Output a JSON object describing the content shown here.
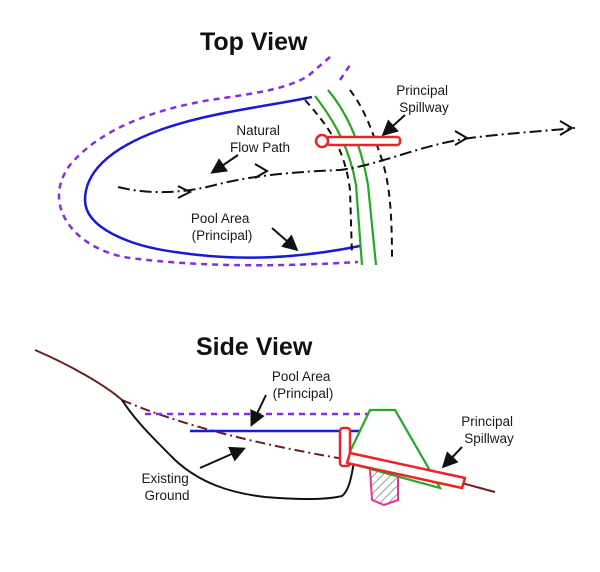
{
  "top_view": {
    "title": "Top View",
    "labels": {
      "natural_flow_path": [
        "Natural",
        "Flow Path"
      ],
      "pool_area": [
        "Pool Area",
        "(Principal)"
      ],
      "principal_spillway": [
        "Principal",
        "Spillway"
      ]
    }
  },
  "side_view": {
    "title": "Side View",
    "labels": {
      "pool_area": [
        "Pool Area",
        "(Principal)"
      ],
      "principal_spillway": [
        "Principal",
        "Spillway"
      ],
      "existing_ground": [
        "Existing",
        "Ground"
      ]
    }
  },
  "colors": {
    "pool_blue": "#1a1ad6",
    "flood_purple": "#8a2be2",
    "embankment_green": "#22aa22",
    "spillway_red": "#ee2222",
    "ground_brown": "#6b1f1f",
    "footing_magenta": "#e0359a",
    "ink": "#111111"
  }
}
